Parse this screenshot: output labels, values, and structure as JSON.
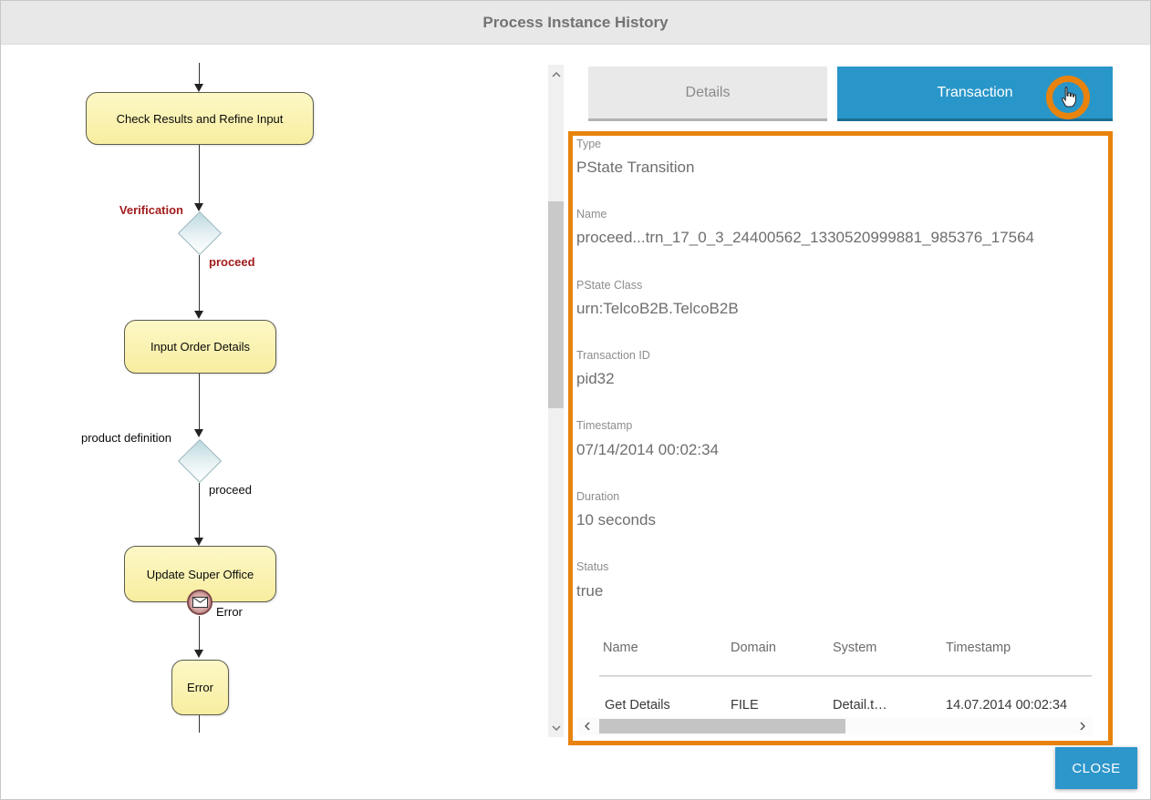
{
  "window": {
    "title": "Process Instance History"
  },
  "diagram": {
    "node1": "Check Results and Refine Input",
    "node2": "Input Order Details",
    "node3": "Update Super Office",
    "node4": "Error",
    "gateway1_label": "Verification",
    "gateway1_branch": "proceed",
    "gateway2_label": "product definition",
    "gateway2_branch": "proceed",
    "error_icon_label": "Error"
  },
  "tabs": {
    "details": "Details",
    "transaction": "Transaction",
    "active": "Transaction"
  },
  "panel": {
    "fields": [
      {
        "label": "Type",
        "value": "PState Transition"
      },
      {
        "label": "Name",
        "value": "proceed...trn_17_0_3_24400562_1330520999881_985376_17564"
      },
      {
        "label": "PState Class",
        "value": "urn:TelcoB2B.TelcoB2B"
      },
      {
        "label": "Transaction ID",
        "value": "pid32"
      },
      {
        "label": "Timestamp",
        "value": "07/14/2014 00:02:34"
      },
      {
        "label": "Duration",
        "value": "10 seconds"
      },
      {
        "label": "Status",
        "value": "true"
      }
    ],
    "table": {
      "headers": [
        "Name",
        "Domain",
        "System",
        "Timestamp"
      ],
      "rows": [
        {
          "name": "Get Details",
          "domain": "FILE",
          "system": "Detail.t…",
          "timestamp": "14.07.2014 00:02:34"
        }
      ]
    }
  },
  "footer": {
    "close_label": "CLOSE"
  },
  "colors": {
    "accent_orange": "#E8830D",
    "accent_blue": "#2996C9",
    "tab_blue_border": "#1D6C91",
    "node_fill": "#FAF1A6",
    "gateway_fill": "#CFE3E7",
    "edge_label_red": "#A21C1C",
    "close_button_blue": "#2D96CB"
  }
}
